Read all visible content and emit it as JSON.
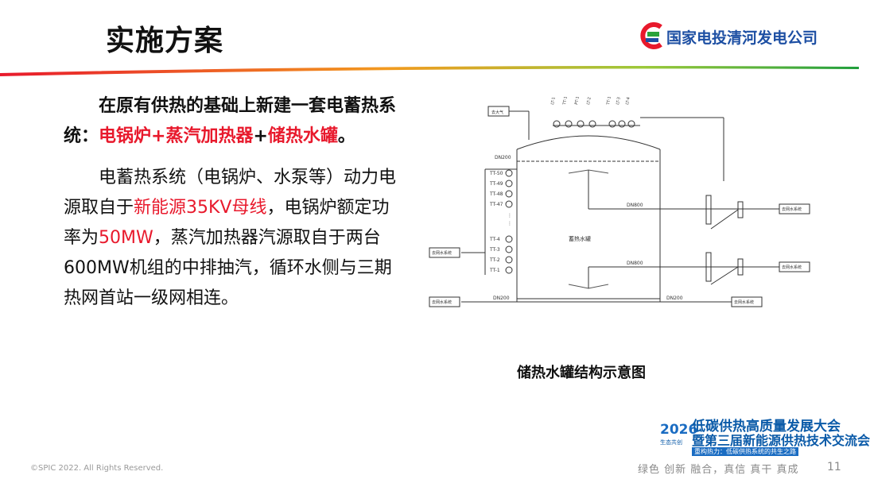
{
  "header": {
    "title": "实施方案",
    "logo_text": "国家电投清河发电公司"
  },
  "body": {
    "p1_a": "在原有供热的基础上新建一套",
    "p1_b": "电蓄热系统：",
    "p1_c": "电锅炉+蒸汽加热器",
    "p1_d": "+",
    "p1_e": "储热水罐",
    "p1_f": "。",
    "p2_a": "电蓄热系统（电锅炉、水泵等）动力电源取自于",
    "p2_b": "新能源35KV母线",
    "p2_c": "，电锅炉额定功率为",
    "p2_d": "50MW",
    "p2_e": "，蒸汽加热器汽源取自于两台600MW机组的中排抽汽，循环水侧与三期热网首站一级网相连。"
  },
  "diagram": {
    "caption": "储热水罐结构示意图",
    "tank_label": "蓄热水罐",
    "top_label": "去大气",
    "pipe_labels": [
      "DN200",
      "DN800",
      "DN800",
      "DN200",
      "DN200"
    ],
    "left_sensors": [
      "TT-50",
      "TT-49",
      "TT-48",
      "TT-47",
      "TT-4",
      "TT-3",
      "TT-2",
      "TT-1"
    ],
    "top_sensors": [
      "LT-1",
      "TT-1",
      "PT-1",
      "LT-2",
      "TT-1",
      "LT-3",
      "LT-4"
    ],
    "side_boxes": [
      "去网水系统",
      "去网水系统",
      "去网水系统",
      "去网水系统",
      "去网水系统",
      "去网水系统"
    ]
  },
  "event": {
    "year": "2026",
    "line1": "低碳供热高质量发展大会",
    "line2": "暨第三届新能源供热技术交流会",
    "sub": "重构热力：低碳供热系统的共生之路",
    "tag": "生态共创"
  },
  "footer": {
    "copyright": "©SPIC 2022. All Rights Reserved.",
    "slogan": "绿色 创新 融合，真信 真干 真成",
    "page": "11"
  },
  "colors": {
    "accent_red": "#e8192c",
    "brand_blue": "#1d4fa3",
    "brand_green": "#2aa33a"
  }
}
